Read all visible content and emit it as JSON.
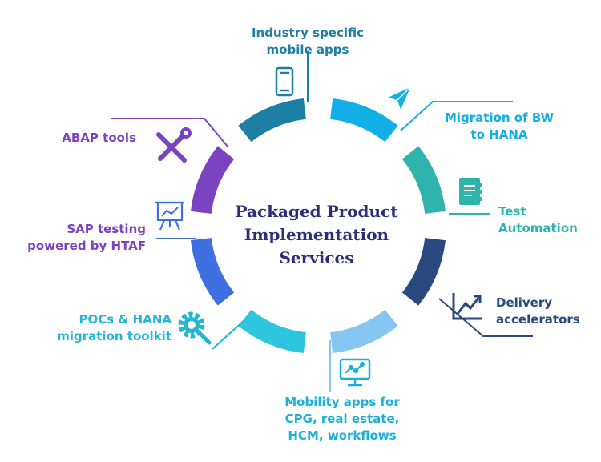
{
  "center": {
    "line1": "Packaged Product",
    "line2": "Implementation",
    "line3": "Services"
  },
  "items": [
    {
      "id": "industry",
      "lines": [
        "Industry specific",
        "mobile apps"
      ],
      "color": "#1e7fa5",
      "icon": "mobile-phone-icon"
    },
    {
      "id": "migration-bw",
      "lines": [
        "Migration of BW",
        "to HANA"
      ],
      "color": "#12aee6",
      "icon": "paper-plane-icon"
    },
    {
      "id": "test-automation",
      "lines": [
        "Test",
        "Automation"
      ],
      "color": "#2fb3ad",
      "icon": "notebook-icon"
    },
    {
      "id": "delivery",
      "lines": [
        "Delivery",
        "accelerators"
      ],
      "color": "#2a4a7f",
      "icon": "trend-chart-icon"
    },
    {
      "id": "mobility",
      "lines": [
        "Mobility apps for",
        "CPG, real estate,",
        "HCM, workflows"
      ],
      "color": "#1bb0dc",
      "icon": "monitor-chart-icon"
    },
    {
      "id": "pocs",
      "lines": [
        "POCs &  HANA",
        "migration toolkit"
      ],
      "color": "#23b7d4",
      "icon": "gear-wrench-icon"
    },
    {
      "id": "sap-testing",
      "lines": [
        "SAP testing",
        "powered by HTAF"
      ],
      "color": "#7b43c1",
      "icon": "presentation-board-icon"
    },
    {
      "id": "abap",
      "lines": [
        "ABAP tools"
      ],
      "color": "#7b43c1",
      "icon": "tools-icon"
    }
  ],
  "arc_colors": [
    "#1e7fa5",
    "#12aee6",
    "#2fb3ad",
    "#2a4a7f",
    "#85c6f2",
    "#2ec6dd",
    "#3f6fe0",
    "#7b43c1"
  ]
}
